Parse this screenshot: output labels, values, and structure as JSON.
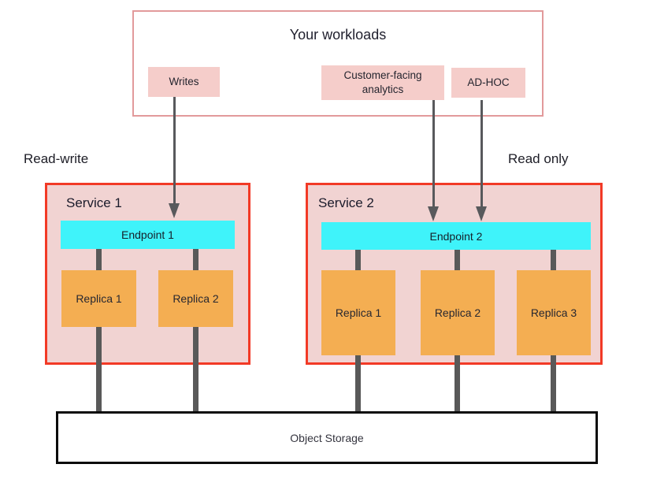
{
  "workloads": {
    "title": "Your workloads",
    "items": [
      {
        "label": "Writes"
      },
      {
        "label": "Customer-facing analytics"
      },
      {
        "label": "AD-HOC"
      }
    ]
  },
  "side_labels": {
    "left": "Read-write",
    "right": "Read only"
  },
  "services": [
    {
      "title": "Service 1",
      "endpoint": "Endpoint 1",
      "replicas": [
        "Replica 1",
        "Replica 2"
      ]
    },
    {
      "title": "Service 2",
      "endpoint": "Endpoint 2",
      "replicas": [
        "Replica 1",
        "Replica 2",
        "Replica 3"
      ]
    }
  ],
  "storage": {
    "label": "Object Storage"
  },
  "colors": {
    "workloads_border": "#e29a9b",
    "workload_item_fill": "#f5cdca",
    "service_border": "#f23a26",
    "service_fill": "#f1d3d2",
    "endpoint_fill": "#3ff3fa",
    "replica_fill": "#f4ae52",
    "connector_gray": "#595959",
    "arrow_gray": "#58595c",
    "storage_border": "#0a0a0a"
  }
}
